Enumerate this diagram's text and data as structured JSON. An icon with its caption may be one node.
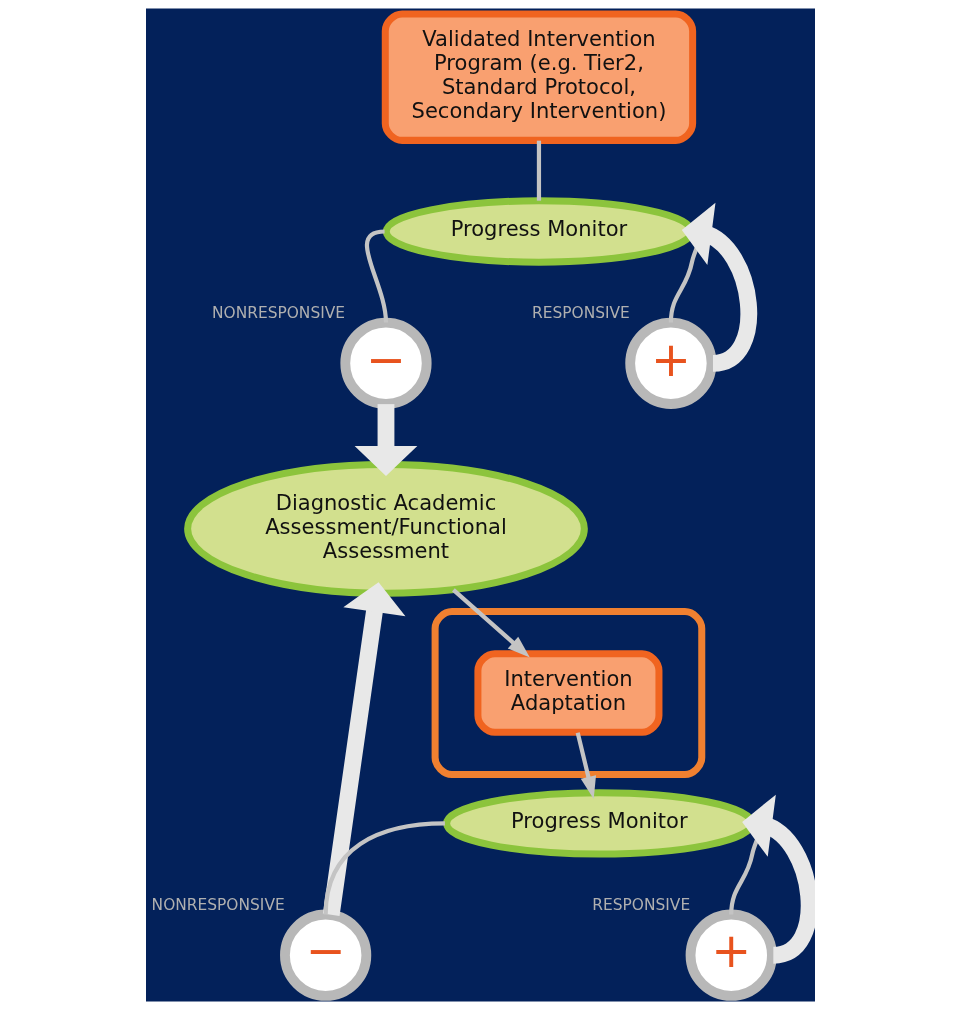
{
  "diagram": {
    "nodes": [
      {
        "text": [
          "Validated Intervention Program (e.g. Tier2, Standard Protocol, Secondary Intervention)"
        ]
      },
      {
        "text": [
          "Progress Monitor"
        ]
      },
      {
        "text": [
          "−"
        ],
        "beside": [
          "NONRESPONSIVE"
        ]
      },
      {
        "text": [
          "+"
        ],
        "beside": [
          "RESPONSIVE"
        ]
      },
      {
        "text": [
          "Diagnostic Academic Assessment/Functional Assessment"
        ]
      },
      {
        "text": [],
        "shape": "ellipse"
      },
      {
        "text": [
          "Intervention Adaptation"
        ],
        "in": 5
      },
      {
        "text": [
          "Progress Monitor"
        ]
      },
      {
        "text": [
          "−"
        ],
        "beside": [
          "NONRESPONSIVE"
        ]
      },
      {
        "text": [
          "+"
        ],
        "beside": [
          "RESPONSIVE"
        ]
      }
    ],
    "edges": [
      {
        "from": 0,
        "to": 1,
        "arrow": "none"
      },
      {
        "from": 1,
        "to": 2,
        "arrow": "none"
      },
      {
        "from": 1,
        "to": 3,
        "arrow": "none"
      },
      {
        "from": 3,
        "to": 1,
        "arrow": "to",
        "style": "thick",
        "color": "#e8e8e8"
      },
      {
        "from": 2,
        "to": 4,
        "arrow": "to",
        "style": "thick",
        "color": "#e8e8e8"
      },
      {
        "from": 4,
        "to": 6,
        "arrow": "to"
      },
      {
        "from": 6,
        "to": 7,
        "arrow": "to"
      },
      {
        "from": 7,
        "to": 8,
        "arrow": "none"
      },
      {
        "from": 7,
        "to": 9,
        "arrow": "none"
      },
      {
        "from": 9,
        "to": 7,
        "arrow": "to",
        "style": "thick",
        "color": "#e8e8e8"
      },
      {
        "from": 8,
        "to": 4,
        "arrow": "to",
        "style": "thick",
        "color": "#e8e8e8"
      }
    ]
  }
}
